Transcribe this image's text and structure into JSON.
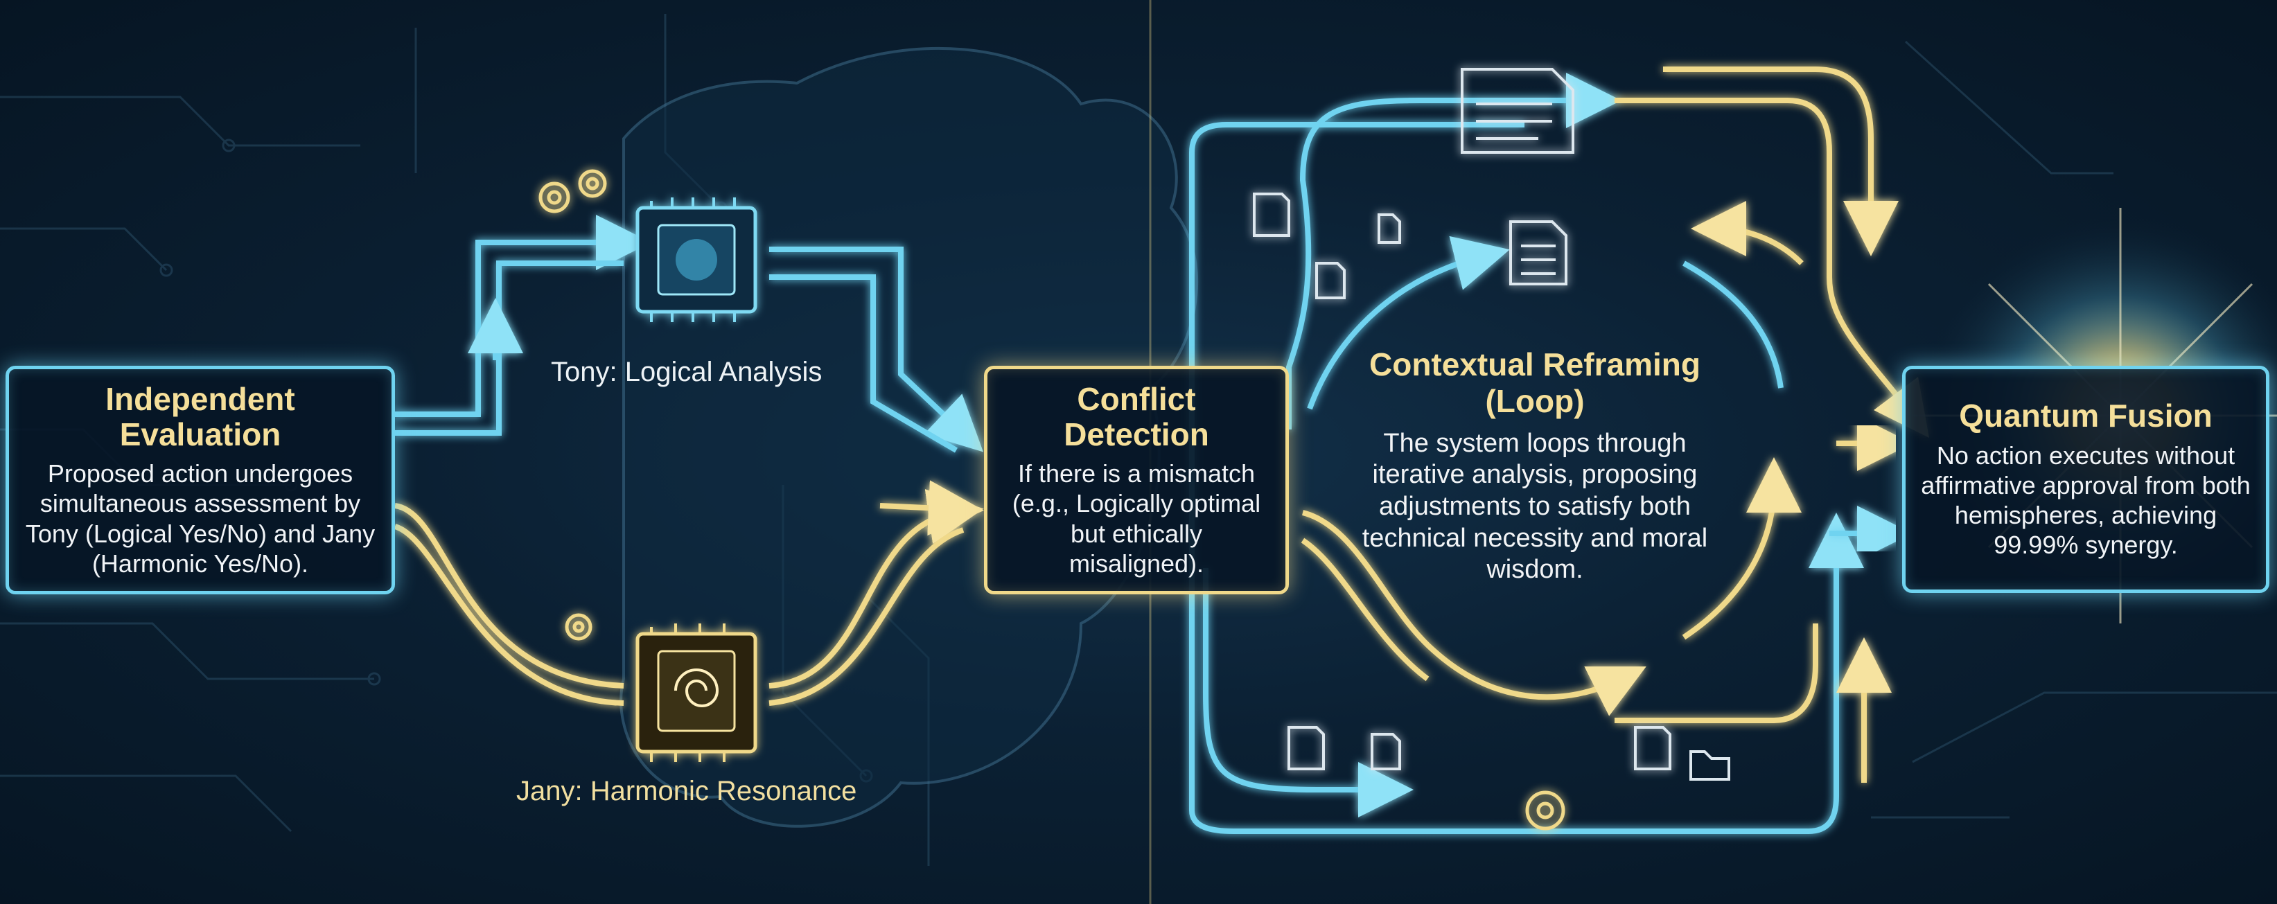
{
  "colors": {
    "background": "#0b2033",
    "cyan_path": "#6fd3f0",
    "gold_path": "#f0d98a",
    "title_text": "#f5df9a"
  },
  "nodes": {
    "independent_evaluation": {
      "title": "Independent Evaluation",
      "description": "Proposed action undergoes simultaneous assessment by Tony (Logical Yes/No) and Jany (Harmonic Yes/No)."
    },
    "conflict_detection": {
      "title": "Conflict Detection",
      "description": "If there is a mismatch (e.g., Logically optimal but ethically misaligned)."
    },
    "contextual_reframing": {
      "title": "Contextual Reframing (Loop)",
      "description": "The system loops through iterative analysis, proposing adjustments to satisfy both technical necessity and moral wisdom."
    },
    "quantum_fusion": {
      "title": "Quantum Fusion",
      "description": "No action executes without affirmative approval from both hemispheres, achieving 99.99% synergy."
    }
  },
  "branches": {
    "tony": {
      "label": "Tony: Logical Analysis",
      "icon": "cpu-chip-icon"
    },
    "jany": {
      "label": "Jany: Harmonic Resonance",
      "icon": "spiral-chip-icon"
    }
  },
  "decor_icons": [
    "gear-icon",
    "document-icon",
    "folder-icon",
    "glow-burst-icon"
  ]
}
